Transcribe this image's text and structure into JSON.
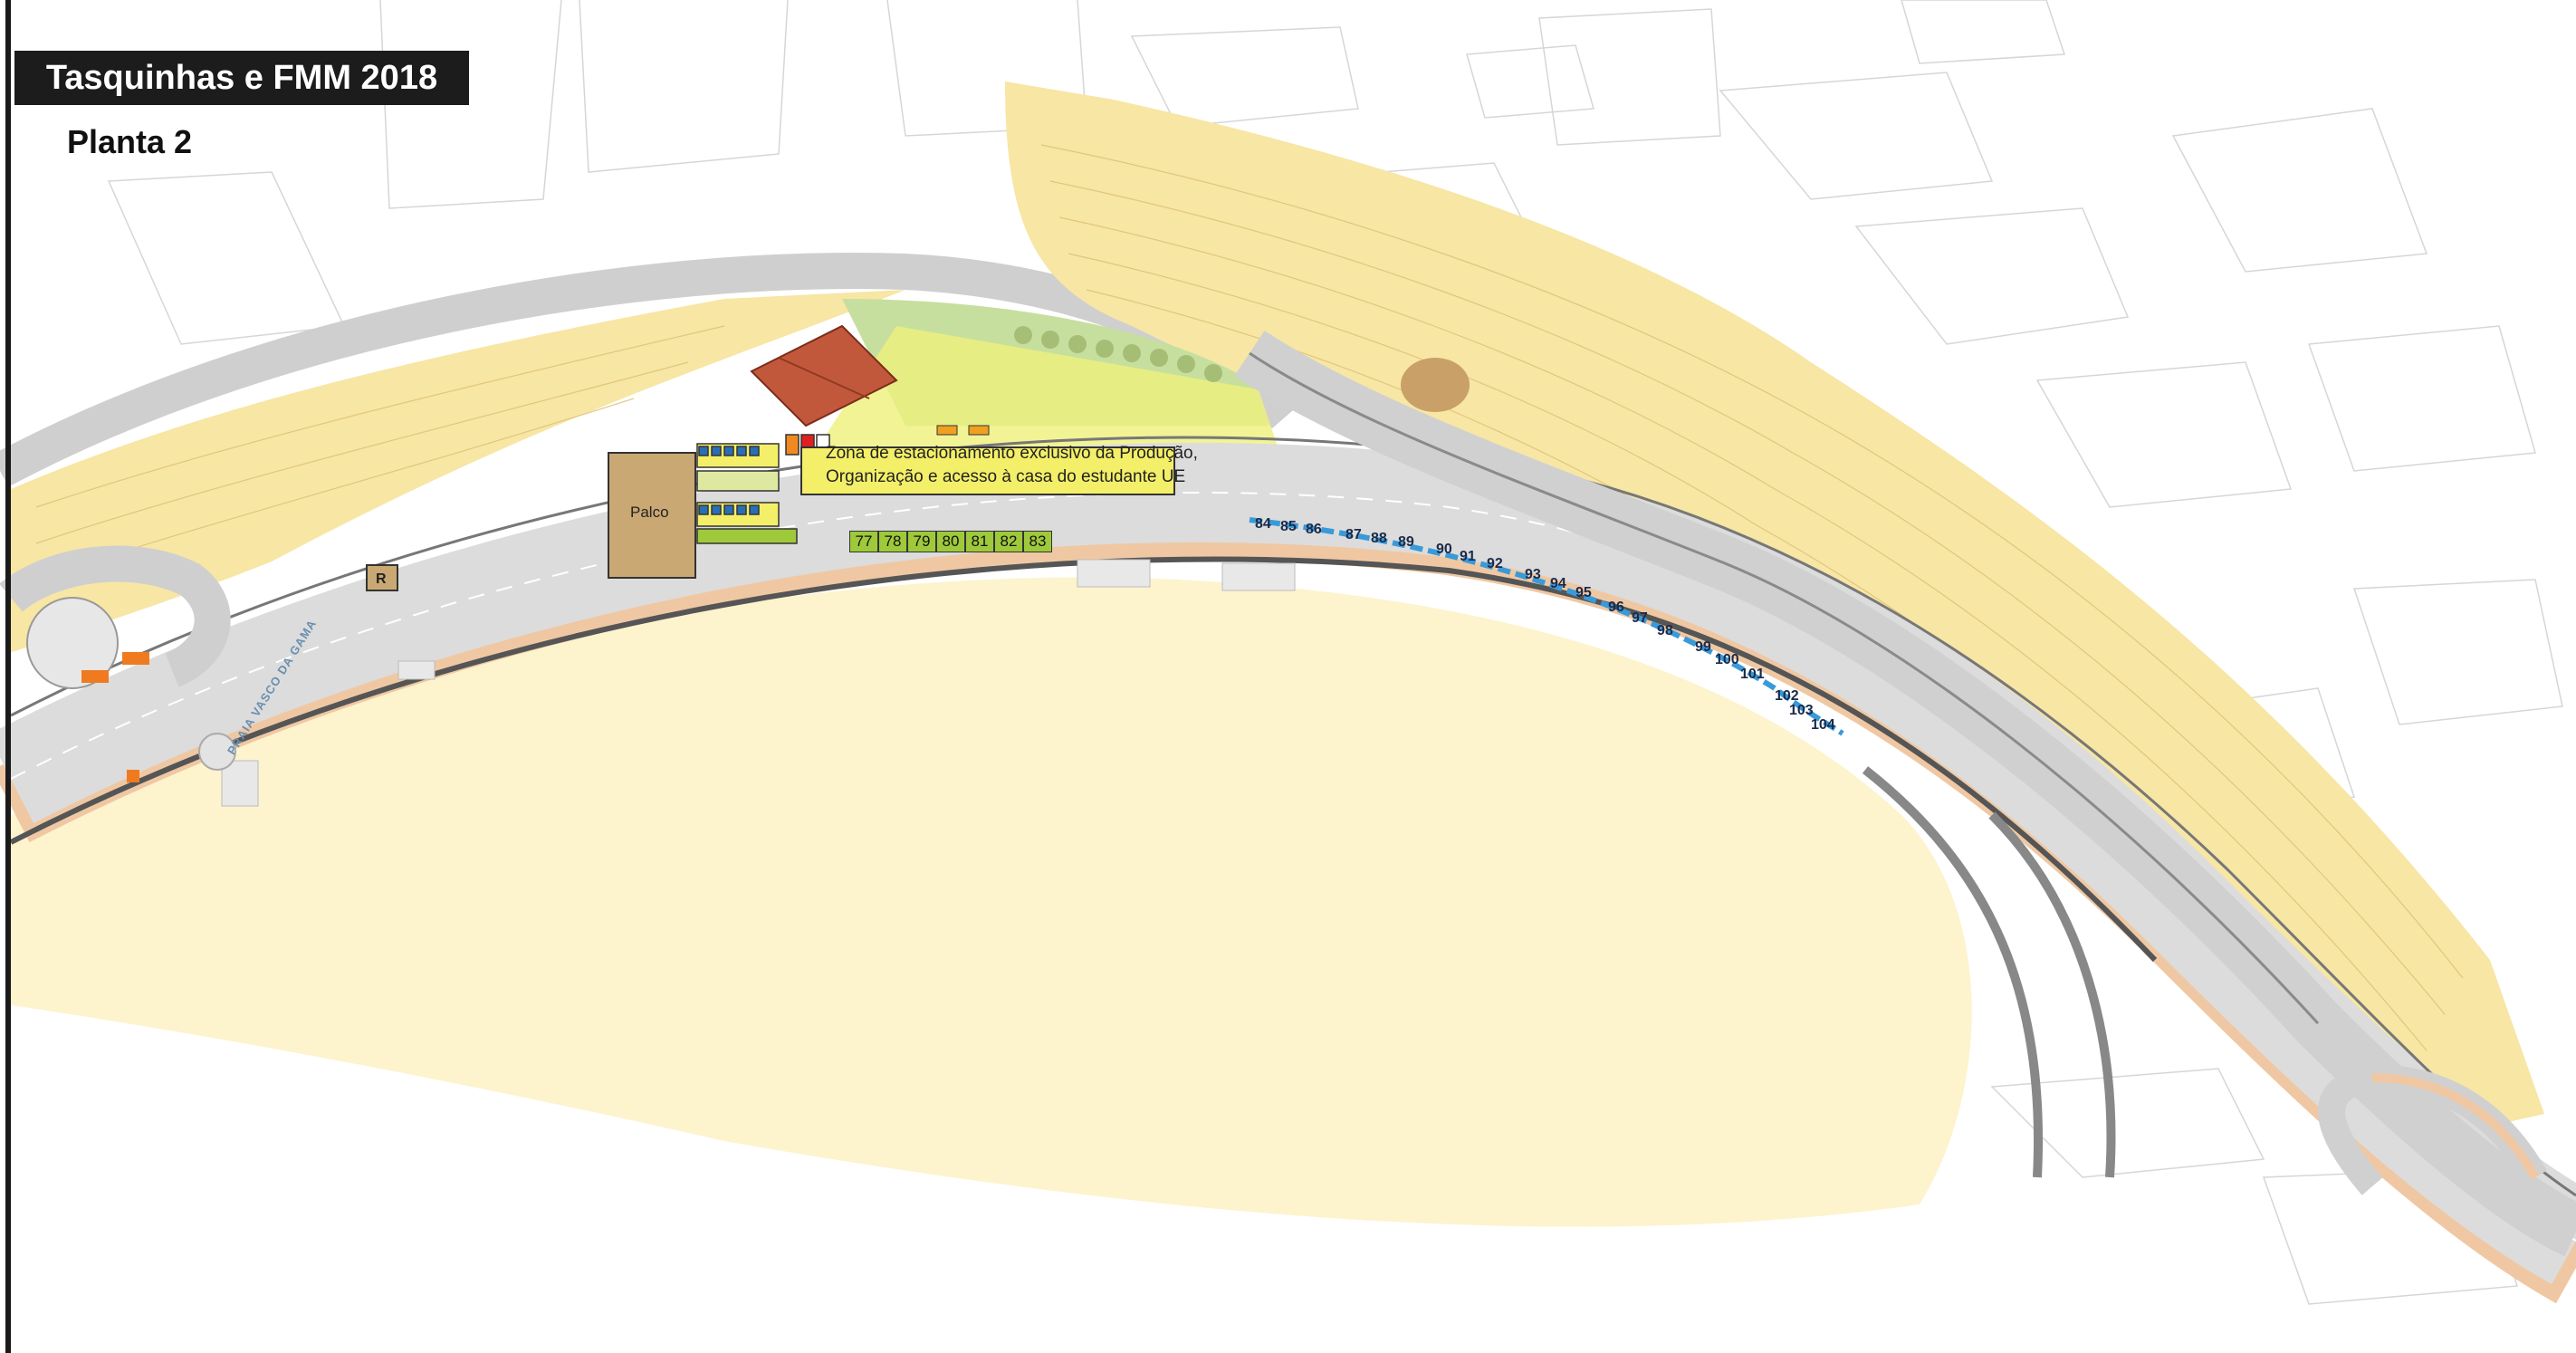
{
  "header": {
    "title": "Tasquinhas e FMM 2018",
    "subtitle": "Planta 2"
  },
  "labels": {
    "stage": "Palco",
    "parking_note_line1": "Zona de estacionamento exclusivo da Produção,",
    "parking_note_line2": "Organização e acesso à casa do estudante UE",
    "r_marker": "R",
    "beach_name": "PRAIA VASCO DA GAMA"
  },
  "stalls": {
    "green": [
      "77",
      "78",
      "79",
      "80",
      "81",
      "82",
      "83"
    ],
    "blue": [
      "84",
      "85",
      "86",
      "87",
      "88",
      "89",
      "90",
      "91",
      "92",
      "93",
      "94",
      "95",
      "96",
      "97",
      "98",
      "99",
      "100",
      "101",
      "102",
      "103",
      "104"
    ]
  },
  "colors": {
    "hillside": "#f7e6a4",
    "hillside_contour": "#dcbf74",
    "beach_sand": "#fdf3cd",
    "road": "#dcdcdc",
    "sidewalk": "#efc8a3",
    "parking_zone": "#f4ef68",
    "green_area": "#c6df9e",
    "stage": "#c9a873",
    "roof": "#c2583b",
    "green_stall": "#9ec93a",
    "blue_stall": "#3a9ad9"
  }
}
